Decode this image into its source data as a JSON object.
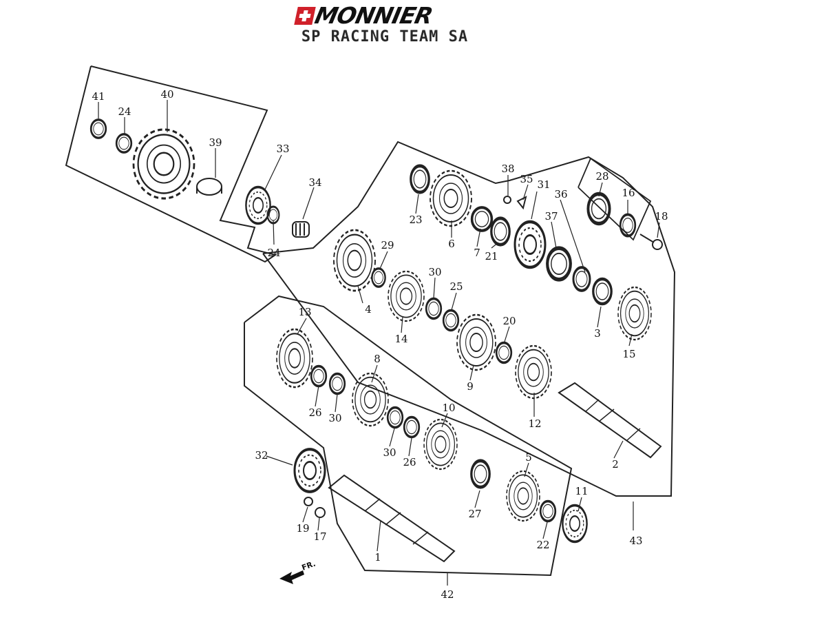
{
  "brand": {
    "name": "MONNIER",
    "subtitle": "SP RACING TEAM SA",
    "flag_color": "#d0202a"
  },
  "diagram": {
    "direction_label": "FR.",
    "callouts": {
      "n1": "1",
      "n2": "2",
      "n3": "3",
      "n4": "4",
      "n5": "5",
      "n6": "6",
      "n7": "7",
      "n8": "8",
      "n9": "9",
      "n10": "10",
      "n11": "11",
      "n12": "12",
      "n13": "13",
      "n14": "14",
      "n15": "15",
      "n16": "16",
      "n17": "17",
      "n18": "18",
      "n19": "19",
      "n20": "20",
      "n21": "21",
      "n22": "22",
      "n23": "23",
      "n24a": "24",
      "n24b": "24",
      "n25": "25",
      "n26a": "26",
      "n26b": "26",
      "n27": "27",
      "n28": "28",
      "n29": "29",
      "n30a": "30",
      "n30b": "30",
      "n30c": "30",
      "n31": "31",
      "n32": "32",
      "n33": "33",
      "n34": "34",
      "n35": "35",
      "n36": "36",
      "n37": "37",
      "n38": "38",
      "n39": "39",
      "n40": "40",
      "n41": "41",
      "n42": "42",
      "n43": "43"
    }
  }
}
